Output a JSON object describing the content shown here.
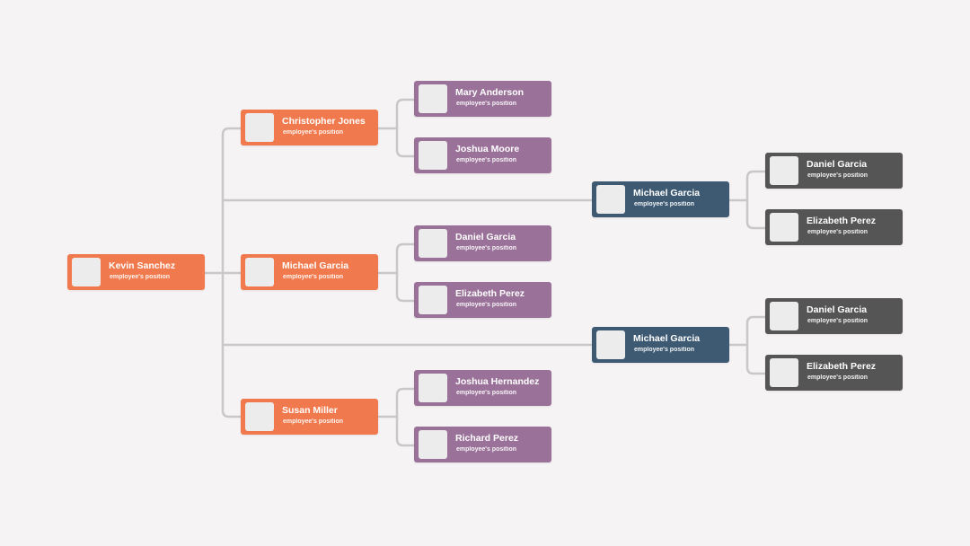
{
  "colors": {
    "background": "#f6f3f4",
    "connector": "#c8c8c8",
    "level_root": "#f07a4d",
    "level_managers": "#f07a4d",
    "level_staff": "#9a7199",
    "level_branch": "#3e5a73",
    "level_branch_staff": "#555555",
    "photo_placeholder": "#ececec"
  },
  "org": {
    "root": {
      "name": "Kevin Sanchez",
      "position": "employee's position"
    },
    "managers": [
      {
        "name": "Christopher Jones",
        "position": "employee's position",
        "reports": [
          {
            "name": "Mary Anderson",
            "position": "employee's position"
          },
          {
            "name": "Joshua Moore",
            "position": "employee's position"
          }
        ]
      },
      {
        "name": "Michael Garcia",
        "position": "employee's position",
        "reports": [
          {
            "name": "Daniel Garcia",
            "position": "employee's position"
          },
          {
            "name": "Elizabeth Perez",
            "position": "employee's position"
          }
        ]
      },
      {
        "name": "Susan Miller",
        "position": "employee's position",
        "reports": [
          {
            "name": "Joshua Hernandez",
            "position": "employee's position"
          },
          {
            "name": "Richard Perez",
            "position": "employee's position"
          }
        ]
      }
    ],
    "branches": [
      {
        "name": "Michael Garcia",
        "position": "employee's position",
        "reports": [
          {
            "name": "Daniel Garcia",
            "position": "employee's position"
          },
          {
            "name": "Elizabeth Perez",
            "position": "employee's position"
          }
        ]
      },
      {
        "name": "Michael Garcia",
        "position": "employee's position",
        "reports": [
          {
            "name": "Daniel Garcia",
            "position": "employee's position"
          },
          {
            "name": "Elizabeth Perez",
            "position": "employee's position"
          }
        ]
      }
    ]
  }
}
